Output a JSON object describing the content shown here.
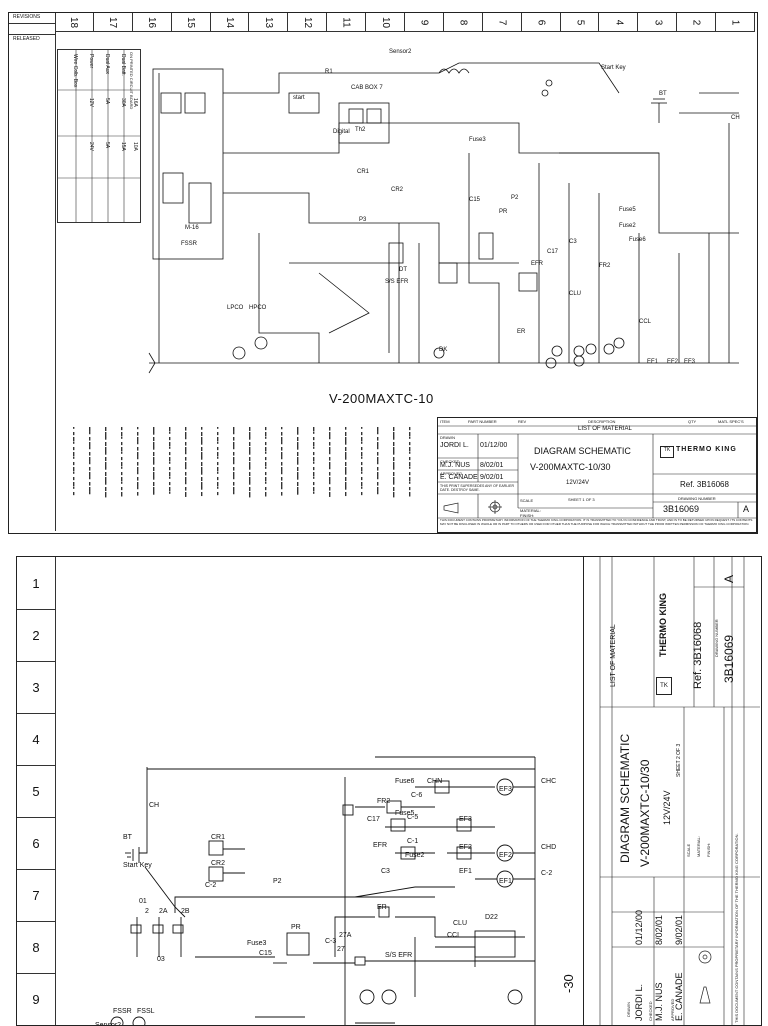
{
  "sheet1": {
    "revisions_label": "REVISIONS",
    "released_label": "RELEASED",
    "zones": [
      "18",
      "17",
      "16",
      "15",
      "14",
      "13",
      "12",
      "11",
      "10",
      "9",
      "8",
      "7",
      "6",
      "5",
      "4",
      "3",
      "2",
      "1"
    ],
    "diagram_title": "V-200MAXTC-10",
    "wire_table": {
      "headers": [
        "Wire Colb. Box",
        "Power",
        "Dual Aux",
        "Dual Batt."
      ],
      "rows": [
        [
          "12V",
          "5A",
          "30A",
          "16A"
        ],
        [
          "24V",
          "5A",
          "15A",
          "10A"
        ]
      ],
      "note": "ON PRINTED CIRCUIT BOARD"
    },
    "labels": [
      "Sensor2",
      "Start Key",
      "BT",
      "CR1",
      "CR2",
      "Fuse3",
      "PR",
      "C15",
      "C17",
      "EFR",
      "FR2",
      "Fuse6",
      "EF3",
      "EF2",
      "EF1",
      "ER",
      "CLU",
      "CCL",
      "S/S EFR",
      "DT",
      "HPCO",
      "LPCO",
      "CAB BOX 7",
      "Digital",
      "Th2",
      "R1",
      "start",
      "M-16",
      "FSSR",
      "P3",
      "DK",
      "P2",
      "Fuse5",
      "Fuse2",
      "C3",
      "CH"
    ],
    "list_of_material": "LIST OF MATERIAL",
    "lom_headers": [
      "ITEM",
      "PART NUMBER",
      "REV",
      "DESCRIPTION",
      "QTY",
      "MATL SPEC'S"
    ],
    "drawn_label": "DRAWN",
    "drawn": "JORDI L.",
    "drawn_date": "01/12/00",
    "checked_label": "CHECKED",
    "checked": "M.J. NUS",
    "checked_date": "8/02/01",
    "approved_label": "APPROVED",
    "approved": "E. CANADE",
    "approved_date": "9/02/01",
    "title_line1": "DIAGRAM SCHEMATIC",
    "title_line2": "V-200MAXTC-10/30",
    "voltage": "12V/24V",
    "sheet_text": "SHEET 1 OF 3",
    "company": "THERMO KING",
    "ref": "Ref. 3B16068",
    "drawing_number_label": "DRAWING NUMBER",
    "drawing_number": "3B16069",
    "rev": "A",
    "material_label": "MATERIAL:",
    "finish_label": "FINISH:",
    "scale_label": "SCALE",
    "supersedes": "THIS PRINT SUPERSEDES ANY OF EARLIER DATE. DESTROY SAME.",
    "proprietary": "THIS DOCUMENT CONTAINS PROPRIETARY INFORMATION OF THE THERMO KING CORPORATION. IT IS TRANSMITTED TO YOU IN CONFIDENCE AND TRUST, AND IS TO BE RETURNED UPON REQUEST. ITS CONTENTS MAY NOT BE DISCLOSED IN WHOLE OR IN PART TO OTHERS OR USED FOR OTHER THAN THE PURPOSE FOR WHICH TRANSMITTED WITHOUT THE PRIOR WRITTEN PERMISSION OF THERMO KING CORPORATION."
  },
  "sheet2": {
    "zones": [
      "1",
      "2",
      "3",
      "4",
      "5",
      "6",
      "7",
      "8",
      "9"
    ],
    "labels": [
      "CH",
      "BT",
      "Start Key",
      "01",
      "2",
      "2A",
      "2B",
      "03",
      "CR1",
      "CR2",
      "P2",
      "C-2",
      "Fuse3",
      "PR",
      "C15",
      "C-3",
      "27A",
      "27",
      "S/S EFR",
      "Sensor2",
      "FSSR",
      "FSSL",
      "C17",
      "EFR",
      "FR2",
      "Fuse6",
      "Fuse5",
      "Fuse2",
      "C-6",
      "C-5",
      "C-1",
      "EF3",
      "EF2",
      "EF1",
      "EF3",
      "EF2",
      "EF1",
      "C3",
      "ER",
      "CLU",
      "CCL",
      "D22",
      "CHN",
      "CHC",
      "CHD",
      "C-2"
    ],
    "title_partial": "-30",
    "list_of_material": "LIST OF MATERIAL",
    "title_line1": "DIAGRAM SCHEMATIC",
    "title_line2": "V-200MAXTC-10/30",
    "voltage": "12V/24V",
    "sheet_text": "SHEET 2 OF 3",
    "company": "THERMO KING",
    "ref": "Ref. 3B16068",
    "drawing_number_label": "DRAWING NUMBER",
    "drawing_number": "3B16069",
    "rev": "A",
    "drawn": "JORDI L.",
    "drawn_date": "01/12/00",
    "checked": "M.J. NUS",
    "checked_date": "8/02/01",
    "approved": "E. CANADE",
    "approved_date": "9/02/01",
    "drawn_label": "DRAWN",
    "checked_label": "CHECKED",
    "approved_label": "APPROVED",
    "material_label": "MATERIAL:",
    "finish_label": "FINISH:",
    "scale_label": "SCALE",
    "proprietary": "THIS DOCUMENT CONTAINS PROPRIETARY INFORMATION OF THE THERMO KING CORPORATION."
  }
}
